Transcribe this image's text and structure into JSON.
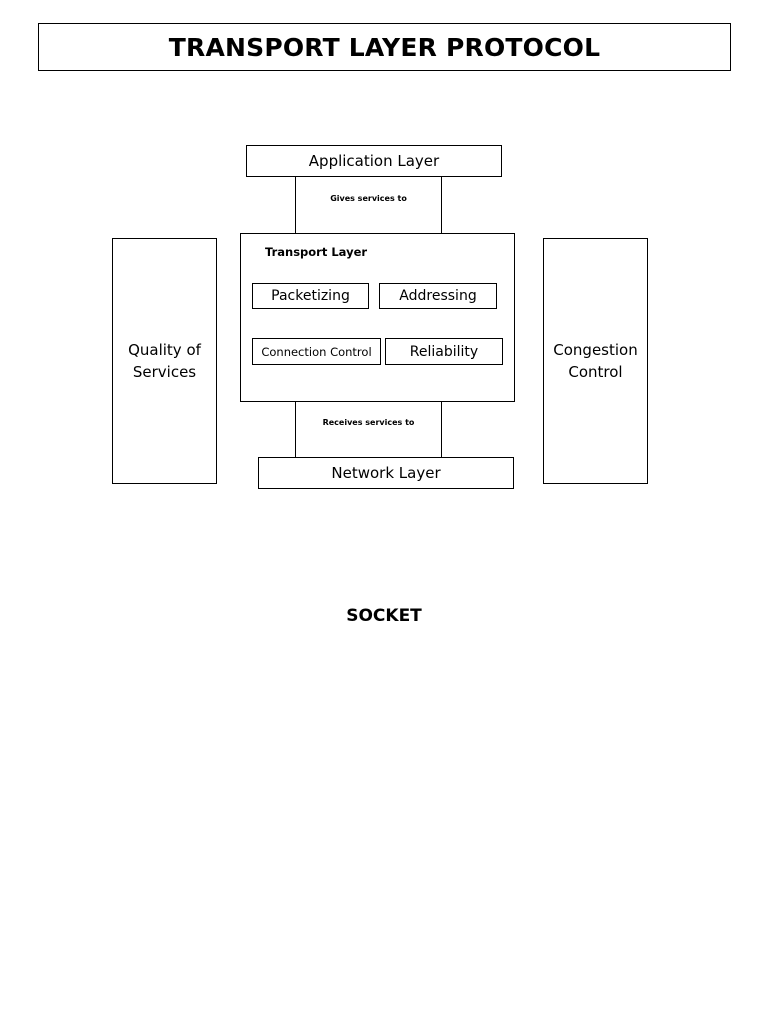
{
  "title": "TRANSPORT LAYER PROTOCOL",
  "diagram": {
    "application_layer": "Application Layer",
    "gives_label": "Gives services to",
    "transport_layer_label": "Transport Layer",
    "functions": {
      "packetizing": "Packetizing",
      "addressing": "Addressing",
      "connection_control": "Connection Control",
      "reliability": "Reliability"
    },
    "receives_label": "Receives services to",
    "network_layer": "Network Layer",
    "quality_of_services": "Quality of\nServices",
    "congestion_control": "Congestion\nControl"
  },
  "subheading": "SOCKET"
}
